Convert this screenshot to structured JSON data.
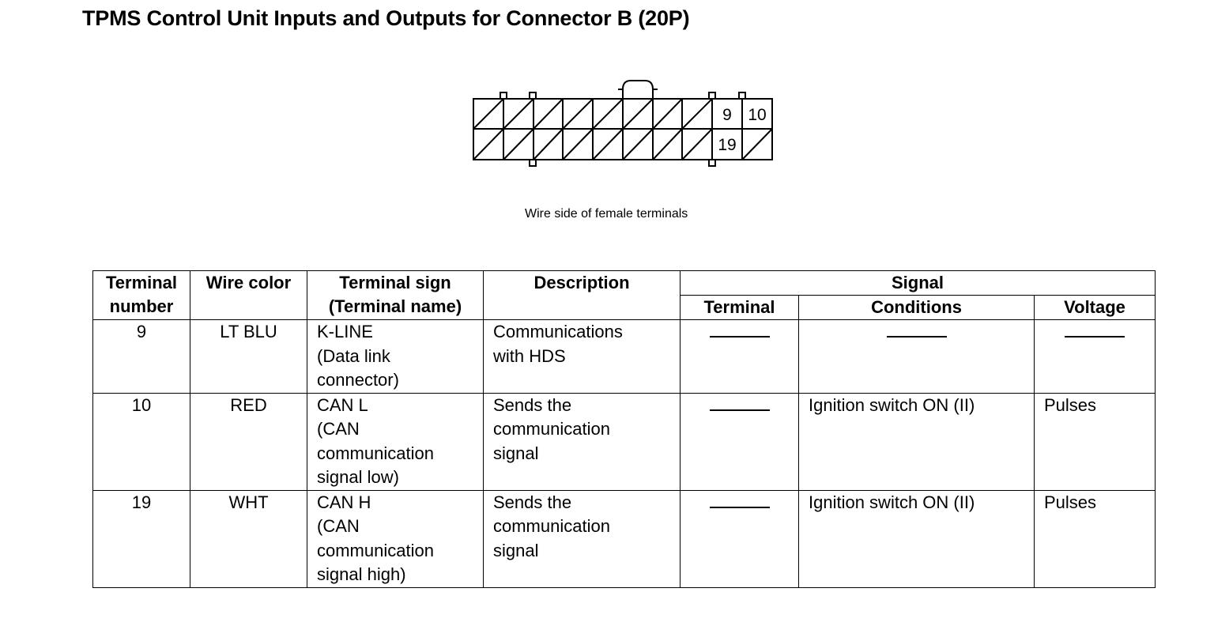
{
  "title": "TPMS Control Unit Inputs and Outputs for Connector B (20P)",
  "connector": {
    "terminal_labels": [
      "9",
      "10",
      "19"
    ],
    "caption": "Wire side of female terminals"
  },
  "table": {
    "headers": {
      "terminal_number": [
        "Terminal",
        "number"
      ],
      "wire_color": "Wire color",
      "terminal_sign": [
        "Terminal sign",
        "(Terminal name)"
      ],
      "description": "Description",
      "signal": "Signal",
      "signal_terminal": "Terminal",
      "signal_conditions": "Conditions",
      "signal_voltage": "Voltage"
    },
    "rows": [
      {
        "number": "9",
        "wire_color": "LT BLU",
        "sign": [
          "K-LINE",
          "(Data link",
          "connector)"
        ],
        "description": [
          "Communications",
          "with HDS"
        ],
        "conditions": "",
        "voltage": ""
      },
      {
        "number": "10",
        "wire_color": "RED",
        "sign": [
          "CAN L",
          "(CAN",
          "communication",
          "signal low)"
        ],
        "description": [
          "Sends the",
          "communication",
          "signal"
        ],
        "conditions": "Ignition switch ON (II)",
        "voltage": "Pulses"
      },
      {
        "number": "19",
        "wire_color": "WHT",
        "sign": [
          "CAN H",
          "(CAN",
          "communication",
          "signal high)"
        ],
        "description": [
          "Sends the",
          "communication",
          "signal"
        ],
        "conditions": "Ignition switch ON (II)",
        "voltage": "Pulses"
      }
    ]
  }
}
